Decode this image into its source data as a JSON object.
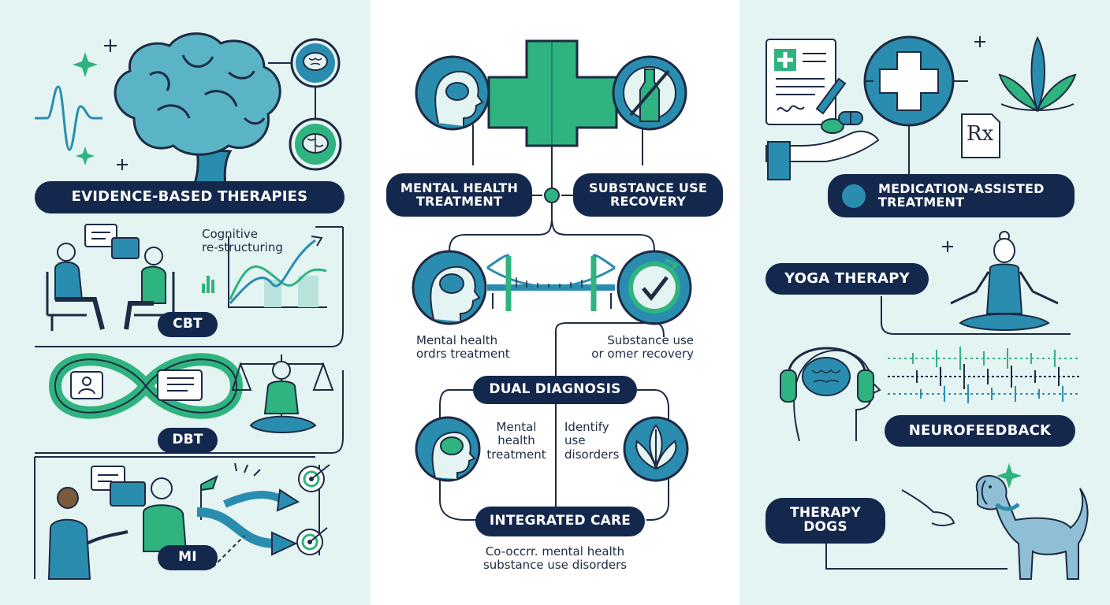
{
  "colors": {
    "navy": "#14284e",
    "teal": "#2a8db0",
    "green": "#2fb37f",
    "light_bg": "#e4f4f2",
    "line": "#1d2b44"
  },
  "left": {
    "title": "EVIDENCE-BASED THERAPIES",
    "chart_note": "Cognitive\nre-structuring",
    "cbt": "CBT",
    "dbt": "DBT",
    "mi": "MI"
  },
  "center": {
    "mental_health_treatment": "MENTAL HEALTH\nTREATMENT",
    "substance_use_recovery": "SUBSTANCE USE\nRECOVERY",
    "bridge_left_caption": "Mental health\nordrs treatment",
    "bridge_right_caption": "Substance use\nor omer recovery",
    "dual_diagnosis": "DUAL DIAGNOSIS",
    "inner_left": "Mental\nhealth\ntreatment",
    "inner_right": "Identify\nuse\ndisorders",
    "integrated_care": "INTEGRATED CARE",
    "footer": "Co-occrr. mental health\nsubstance use disorders"
  },
  "right": {
    "rx_symbol": "Rx",
    "medication_assisted": "MEDICATION-ASSISTED\nTREATMENT",
    "yoga": "YOGA THERAPY",
    "neurofeedback": "NEUROFEEDBACK",
    "therapy_dogs": "THERAPY\nDOGS"
  }
}
